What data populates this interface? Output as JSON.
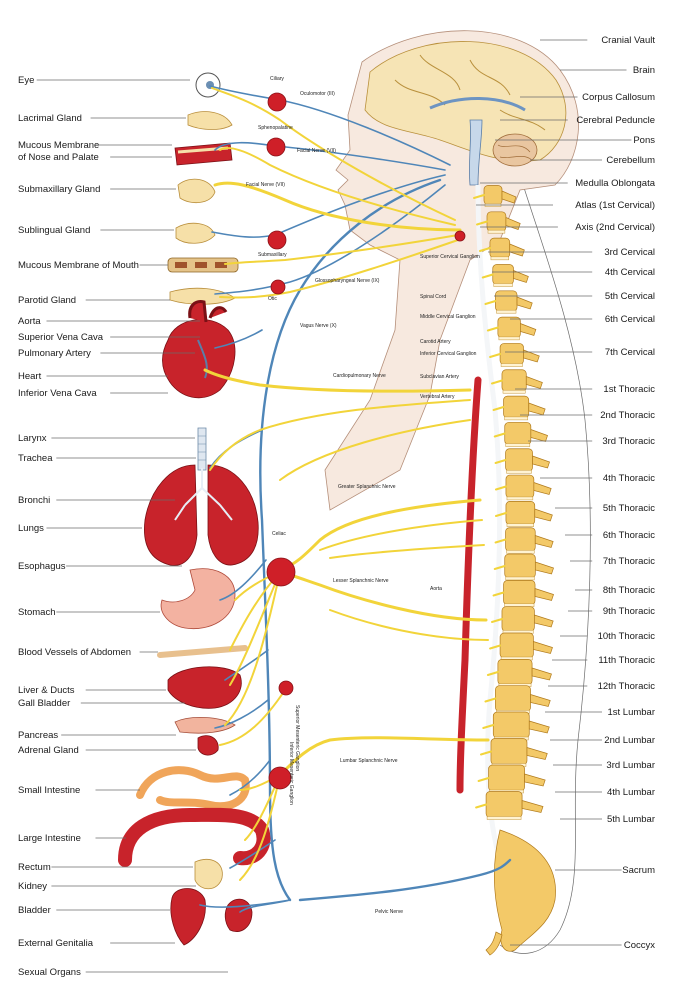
{
  "left_labels": [
    {
      "id": "eye",
      "text": "Eye"
    },
    {
      "id": "lacrimal",
      "text": "Lacrimal Gland"
    },
    {
      "id": "mucous1",
      "text": "Mucous Membrane"
    },
    {
      "id": "mucous2",
      "text": "of Nose and Palate"
    },
    {
      "id": "submax",
      "text": "Submaxillary Gland"
    },
    {
      "id": "sublingual",
      "text": "Sublingual Gland"
    },
    {
      "id": "mouth",
      "text": "Mucous Membrane of Mouth"
    },
    {
      "id": "parotid",
      "text": "Parotid Gland"
    },
    {
      "id": "aorta",
      "text": "Aorta"
    },
    {
      "id": "svc",
      "text": "Superior Vena Cava"
    },
    {
      "id": "pulm",
      "text": "Pulmonary Artery"
    },
    {
      "id": "heart",
      "text": "Heart"
    },
    {
      "id": "ivc",
      "text": "Inferior Vena Cava"
    },
    {
      "id": "larynx",
      "text": "Larynx"
    },
    {
      "id": "trachea",
      "text": "Trachea"
    },
    {
      "id": "bronchi",
      "text": "Bronchi"
    },
    {
      "id": "lungs",
      "text": "Lungs"
    },
    {
      "id": "esophagus",
      "text": "Esophagus"
    },
    {
      "id": "stomach",
      "text": "Stomach"
    },
    {
      "id": "vessels",
      "text": "Blood Vessels of Abdomen"
    },
    {
      "id": "liver",
      "text": "Liver & Ducts"
    },
    {
      "id": "gall",
      "text": "Gall Bladder"
    },
    {
      "id": "pancreas",
      "text": "Pancreas"
    },
    {
      "id": "adrenal",
      "text": "Adrenal Gland"
    },
    {
      "id": "small",
      "text": "Small Intestine"
    },
    {
      "id": "large",
      "text": "Large Intestine"
    },
    {
      "id": "rectum",
      "text": "Rectum"
    },
    {
      "id": "kidney",
      "text": "Kidney"
    },
    {
      "id": "bladder",
      "text": "Bladder"
    },
    {
      "id": "genitalia",
      "text": "External Genitalia"
    },
    {
      "id": "sexual",
      "text": "Sexual Organs"
    }
  ],
  "right_labels": [
    {
      "id": "cranial",
      "text": "Cranial Vault"
    },
    {
      "id": "brain",
      "text": "Brain"
    },
    {
      "id": "callosum",
      "text": "Corpus Callosum"
    },
    {
      "id": "peduncle",
      "text": "Cerebral Peduncle"
    },
    {
      "id": "pons",
      "text": "Pons"
    },
    {
      "id": "cerebellum",
      "text": "Cerebellum"
    },
    {
      "id": "medulla",
      "text": "Medulla Oblongata"
    },
    {
      "id": "atlas",
      "text": "Atlas (1st Cervical)"
    },
    {
      "id": "axis",
      "text": "Axis (2nd Cervical)"
    },
    {
      "id": "c3",
      "text": "3rd Cervical"
    },
    {
      "id": "c4",
      "text": "4th Cervical"
    },
    {
      "id": "c5",
      "text": "5th Cervical"
    },
    {
      "id": "c6",
      "text": "6th Cervical"
    },
    {
      "id": "c7",
      "text": "7th Cervical"
    },
    {
      "id": "t1",
      "text": "1st Thoracic"
    },
    {
      "id": "t2",
      "text": "2nd Thoracic"
    },
    {
      "id": "t3",
      "text": "3rd Thoracic"
    },
    {
      "id": "t4",
      "text": "4th Thoracic"
    },
    {
      "id": "t5",
      "text": "5th Thoracic"
    },
    {
      "id": "t6",
      "text": "6th Thoracic"
    },
    {
      "id": "t7",
      "text": "7th Thoracic"
    },
    {
      "id": "t8",
      "text": "8th Thoracic"
    },
    {
      "id": "t9",
      "text": "9th Thoracic"
    },
    {
      "id": "t10",
      "text": "10th Thoracic"
    },
    {
      "id": "t11",
      "text": "11th Thoracic"
    },
    {
      "id": "t12",
      "text": "12th Thoracic"
    },
    {
      "id": "l1",
      "text": "1st Lumbar"
    },
    {
      "id": "l2",
      "text": "2nd Lumbar"
    },
    {
      "id": "l3",
      "text": "3rd Lumbar"
    },
    {
      "id": "l4",
      "text": "4th Lumbar"
    },
    {
      "id": "l5",
      "text": "5th Lumbar"
    },
    {
      "id": "sacrum",
      "text": "Sacrum"
    },
    {
      "id": "coccyx",
      "text": "Coccyx"
    }
  ],
  "inner_labels": {
    "ciliary": "Ciliary",
    "oculomotor": "Oculomotor (III)",
    "sphenopalatine": "Sphenopalatine",
    "facial7": "Facial Nerve (VII)",
    "facial7b": "Facial Nerve (VII)",
    "submaxillary": "Submaxillary",
    "otic": "Otic",
    "glosso": "Glossopharyngeal Nerve (IX)",
    "vagus": "Vagus Nerve (X)",
    "sup_cerv": "Superior Cervical Ganglion",
    "spinal_cord": "Spinal Cord",
    "mid_cerv": "Middle Cervical Ganglion",
    "carotid": "Carotid Artery",
    "inf_cerv": "Inferior Cervical Ganglion",
    "subclavian": "Subclavian Artery",
    "vertebral": "Vertebral Artery",
    "cardio": "Cardiopulmonary Nerve",
    "greater": "Greater Splanchnic Nerve",
    "celiac": "Celiac",
    "lesser": "Lesser Splanchnic Nerve",
    "aorta_in": "Aorta",
    "sup_mes": "Superior Mesenteric Ganglion",
    "inf_mes": "Inferior Mesenteric Ganglion",
    "lumbar_spl": "Lumbar Splanchnic Nerve",
    "pelvic": "Pelvic Nerve"
  },
  "colors": {
    "sympathetic_nerve": "#f2d43a",
    "parasympathetic_nerve": "#4f86b8",
    "organ_red": "#c8232b",
    "bone": "#f3c968"
  }
}
